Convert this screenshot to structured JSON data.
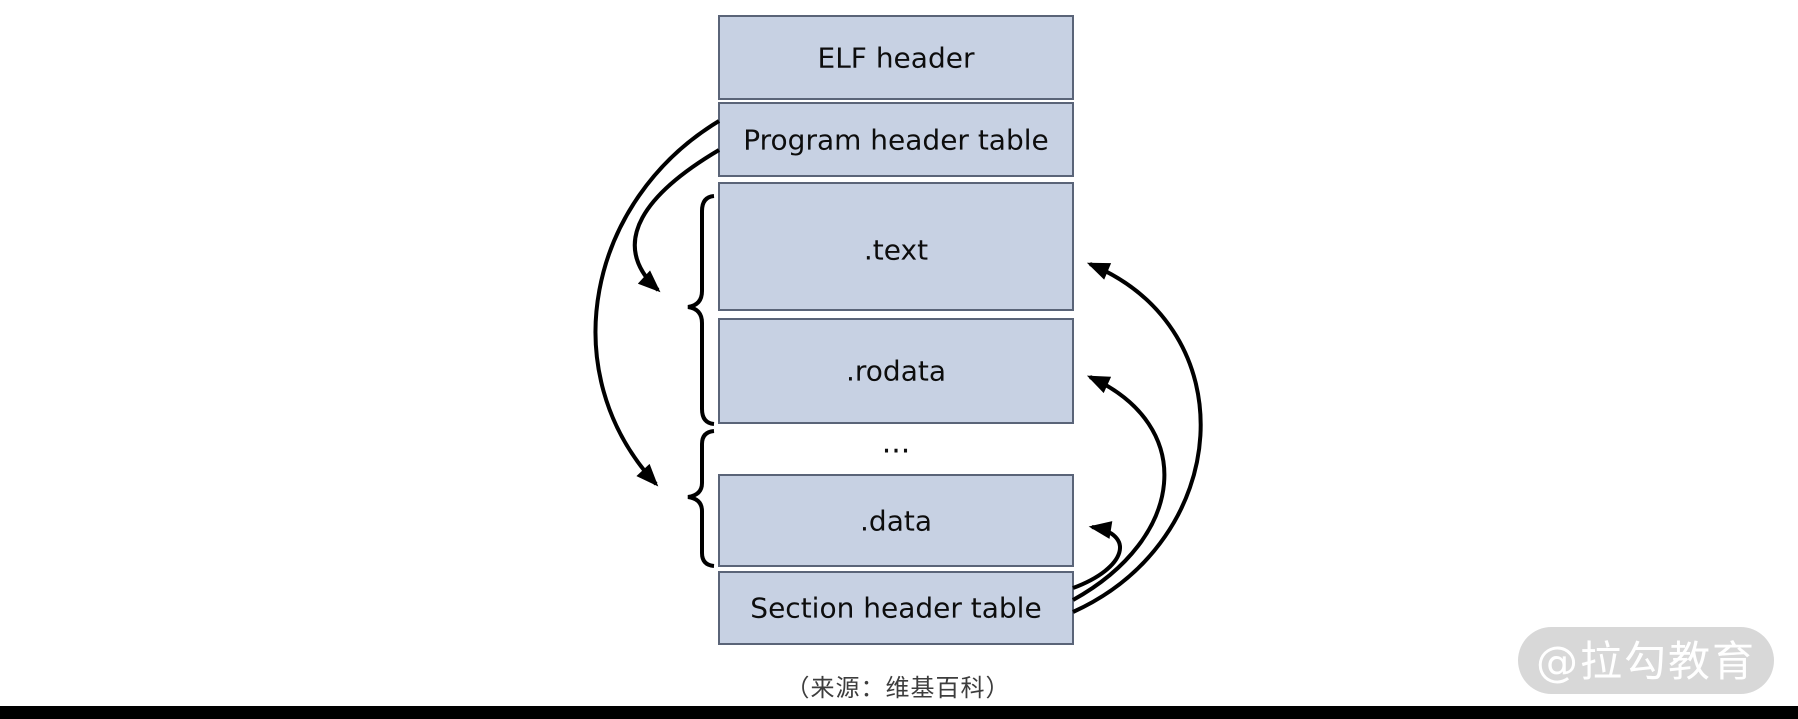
{
  "colors": {
    "box_fill": "#c7d1e3",
    "box_border": "#5a6478",
    "arrow": "#000000",
    "caption_text": "#3d3d3d",
    "watermark_pill": "#d8d8d8",
    "watermark_text": "#ffffff",
    "bottom_bar": "#000000"
  },
  "diagram": {
    "boxes": [
      {
        "label": "ELF header"
      },
      {
        "label": "Program header table"
      },
      {
        "label": ".text"
      },
      {
        "label": ".rodata"
      },
      {
        "label": ".data"
      },
      {
        "label": "Section header table"
      }
    ],
    "ellipsis": "...",
    "caption": "（来源：维基百科）"
  },
  "watermark": {
    "text": "@拉勾教育"
  }
}
